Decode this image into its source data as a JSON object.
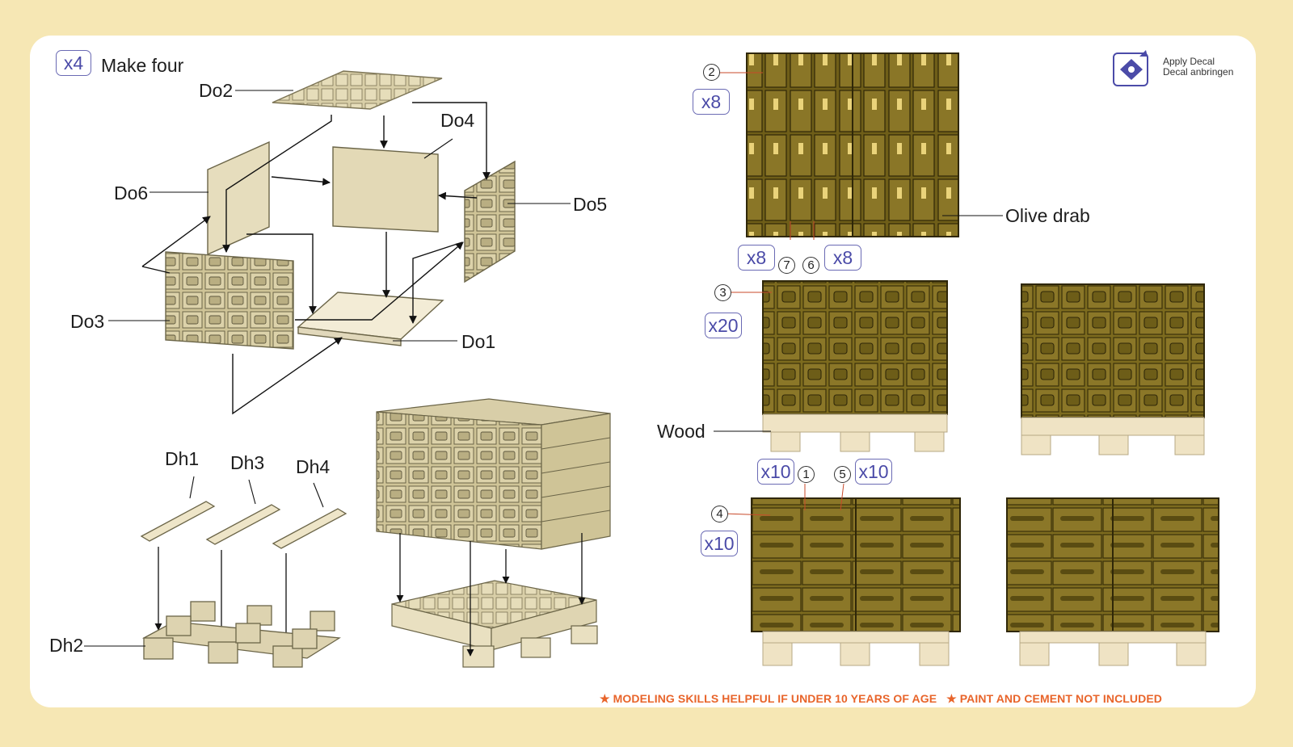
{
  "header": {
    "multiplier": "x4",
    "title": "Make four"
  },
  "decal": {
    "line1": "Apply Decal",
    "line2": "Decal anbringen"
  },
  "parts": {
    "do1": "Do1",
    "do2": "Do2",
    "do3": "Do3",
    "do4": "Do4",
    "do5": "Do5",
    "do6": "Do6",
    "dh1": "Dh1",
    "dh2": "Dh2",
    "dh3": "Dh3",
    "dh4": "Dh4"
  },
  "paint": {
    "olive": "Olive drab",
    "wood": "Wood"
  },
  "callouts": {
    "c1": "1",
    "c2": "2",
    "c3": "3",
    "c4": "4",
    "c5": "5",
    "c6": "6",
    "c7": "7",
    "q_top": "x8",
    "q_left": "x8",
    "q_right": "x8",
    "q_mid": "x20",
    "q_bot_left": "x10",
    "q_bot_right": "x10",
    "q_bot": "x10"
  },
  "footer": {
    "note1": "MODELING SKILLS HELPFUL IF UNDER 10 YEARS OF AGE",
    "note2": "PAINT AND CEMENT NOT INCLUDED"
  },
  "colors": {
    "background": "#f6e7b4",
    "olive": "#7a6a20",
    "wood": "#efe3c4",
    "part": "#ddd2ad",
    "accent": "#4b4ba8",
    "footer": "#e8642a"
  },
  "icons": [
    "decal-icon",
    "star-icon"
  ]
}
